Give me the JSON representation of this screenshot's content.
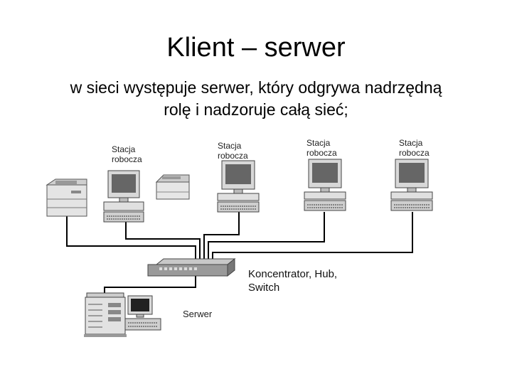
{
  "slide": {
    "title": "Klient – serwer",
    "subtitle_line1": "w sieci występuje serwer, który odgrywa nadrzędną",
    "subtitle_line2": "rolę i nadzoruje całą sieć;"
  },
  "diagram": {
    "workstations": [
      {
        "label_line1": "Stacja",
        "label_line2": "robocza"
      },
      {
        "label_line1": "Stacja",
        "label_line2": "robocza"
      },
      {
        "label_line1": "Stacja",
        "label_line2": "robocza"
      },
      {
        "label_line1": "Stacja",
        "label_line2": "robocza"
      }
    ],
    "hub_label_line1": "Koncentrator, Hub,",
    "hub_label_line2": "Switch",
    "server_label": "Serwer",
    "icons": [
      "printer-icon",
      "workstation-icon",
      "hub-icon",
      "server-icon",
      "monitor-icon",
      "keyboard-icon"
    ]
  }
}
